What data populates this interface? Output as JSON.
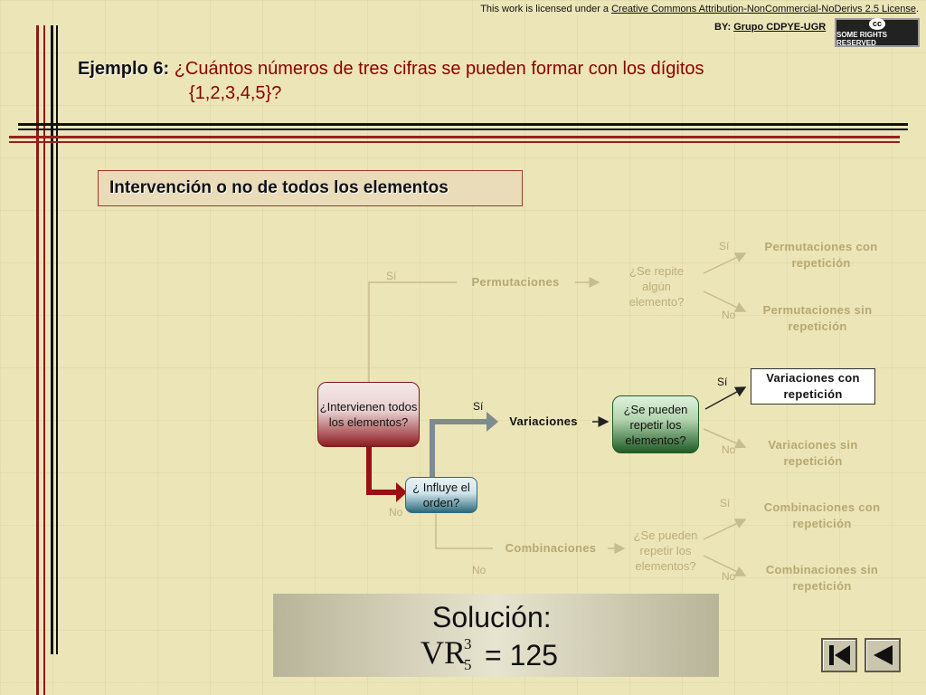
{
  "license": {
    "prefix": "This work is licensed under a ",
    "link": "Creative Commons Attribution-NonCommercial-NoDerivs 2.5 License",
    "suffix": ".",
    "by_label": "BY: ",
    "by_link": "Grupo CDPYE-UGR",
    "badge_logo": "cc",
    "badge_text": "SOME RIGHTS RESERVED"
  },
  "title": {
    "label": "Ejemplo 6:",
    "question_line1": "¿Cuántos números de tres cifras se pueden formar con los dígitos",
    "question_line2": "{1,2,3,4,5}?"
  },
  "section_heading": "Intervención o no de todos los elementos",
  "flow": {
    "q_intervienen": "¿Intervienen todos los elementos?",
    "q_influye": "¿ Influye el orden?",
    "q_repetir": "¿Se pueden repetir los elementos?",
    "q_repite_faded": "¿Se repite algún elemento?",
    "q_repetir_faded": "¿Se pueden repetir los elementos?",
    "permutaciones": "Permutaciones",
    "variaciones": "Variaciones",
    "combinaciones": "Combinaciones",
    "perm_con": "Permutaciones con repetición",
    "perm_sin": "Permutaciones sin repetición",
    "var_con": "Variaciones con repetición",
    "var_sin": "Variaciones sin repetición",
    "comb_con": "Combinaciones con repetición",
    "comb_sin": "Combinaciones sin repetición",
    "si": "Sí",
    "no": "No"
  },
  "solution": {
    "title": "Solución:",
    "symbol": "VR",
    "superscript": "3",
    "subscript": "5",
    "equals": "= 125"
  },
  "nav": {
    "first_icon": "first-page-icon",
    "prev_icon": "previous-page-icon"
  }
}
